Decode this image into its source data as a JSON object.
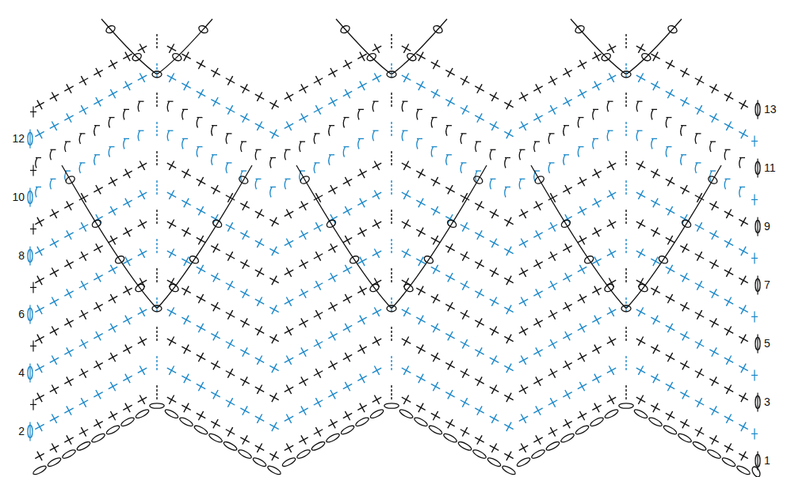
{
  "diagram": {
    "labels": [
      "12",
      "10",
      "8",
      "6",
      "4",
      "2",
      "13",
      "11",
      "9",
      "7",
      "5",
      "3",
      "1"
    ]
  }
}
